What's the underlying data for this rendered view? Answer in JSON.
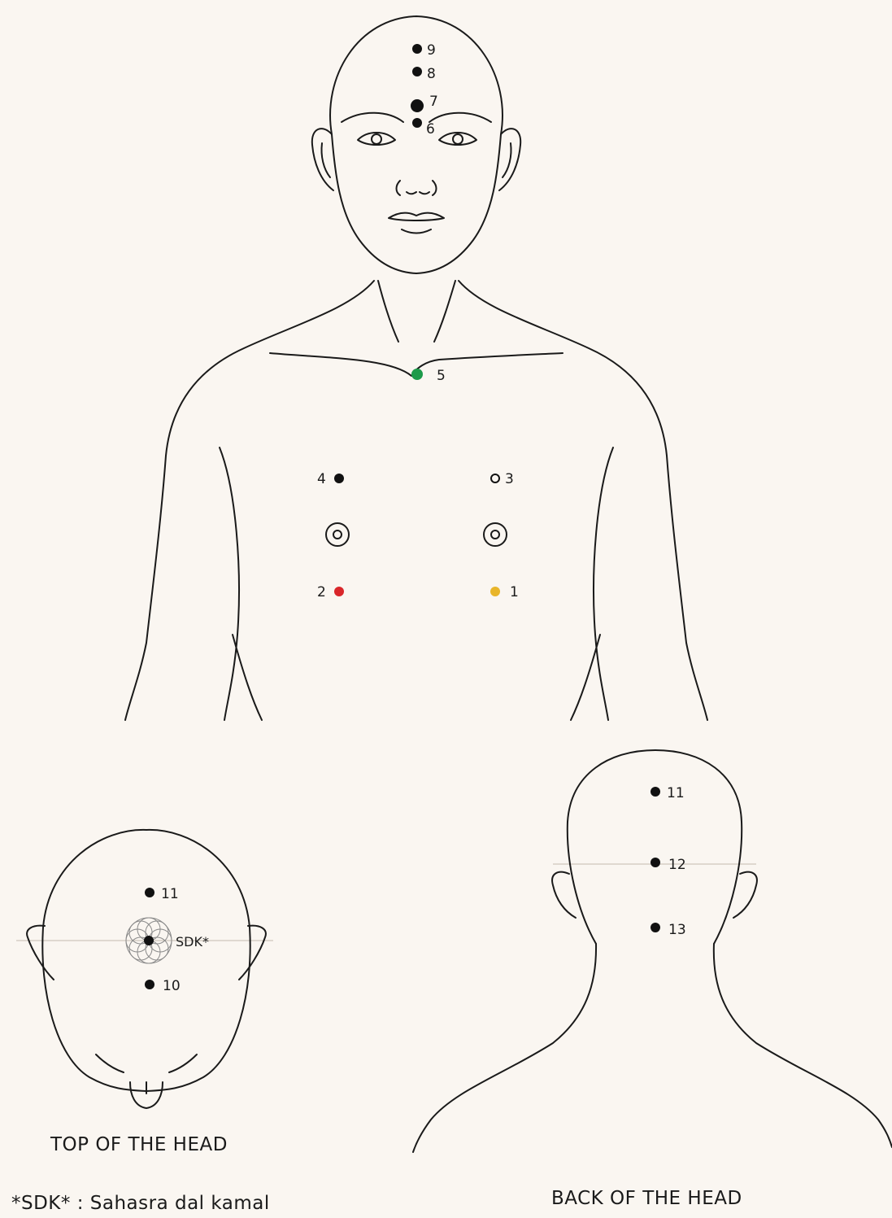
{
  "colors": {
    "background": "#faf6f1",
    "line": "#1a1a1a",
    "point_default": "#111111",
    "point_5": "#1d9a4a",
    "point_2": "#d9262a",
    "point_1": "#e8b52a"
  },
  "front_body": {
    "points": [
      {
        "label": "9",
        "color": "#111111"
      },
      {
        "label": "8",
        "color": "#111111"
      },
      {
        "label": "7",
        "color": "#111111"
      },
      {
        "label": "6",
        "color": "#111111"
      },
      {
        "label": "5",
        "color": "#1d9a4a"
      },
      {
        "label": "4",
        "color": "#111111"
      },
      {
        "label": "3",
        "color": "hollow"
      },
      {
        "label": "2",
        "color": "#d9262a"
      },
      {
        "label": "1",
        "color": "#e8b52a"
      }
    ]
  },
  "top_head": {
    "points": [
      {
        "label": "11"
      },
      {
        "label": "SDK*"
      },
      {
        "label": "10"
      }
    ],
    "caption": "TOP OF THE HEAD",
    "footnote": "*SDK* : Sahasra dal kamal"
  },
  "back_head": {
    "points": [
      {
        "label": "11"
      },
      {
        "label": "12"
      },
      {
        "label": "13"
      }
    ],
    "caption": "BACK OF THE HEAD"
  }
}
